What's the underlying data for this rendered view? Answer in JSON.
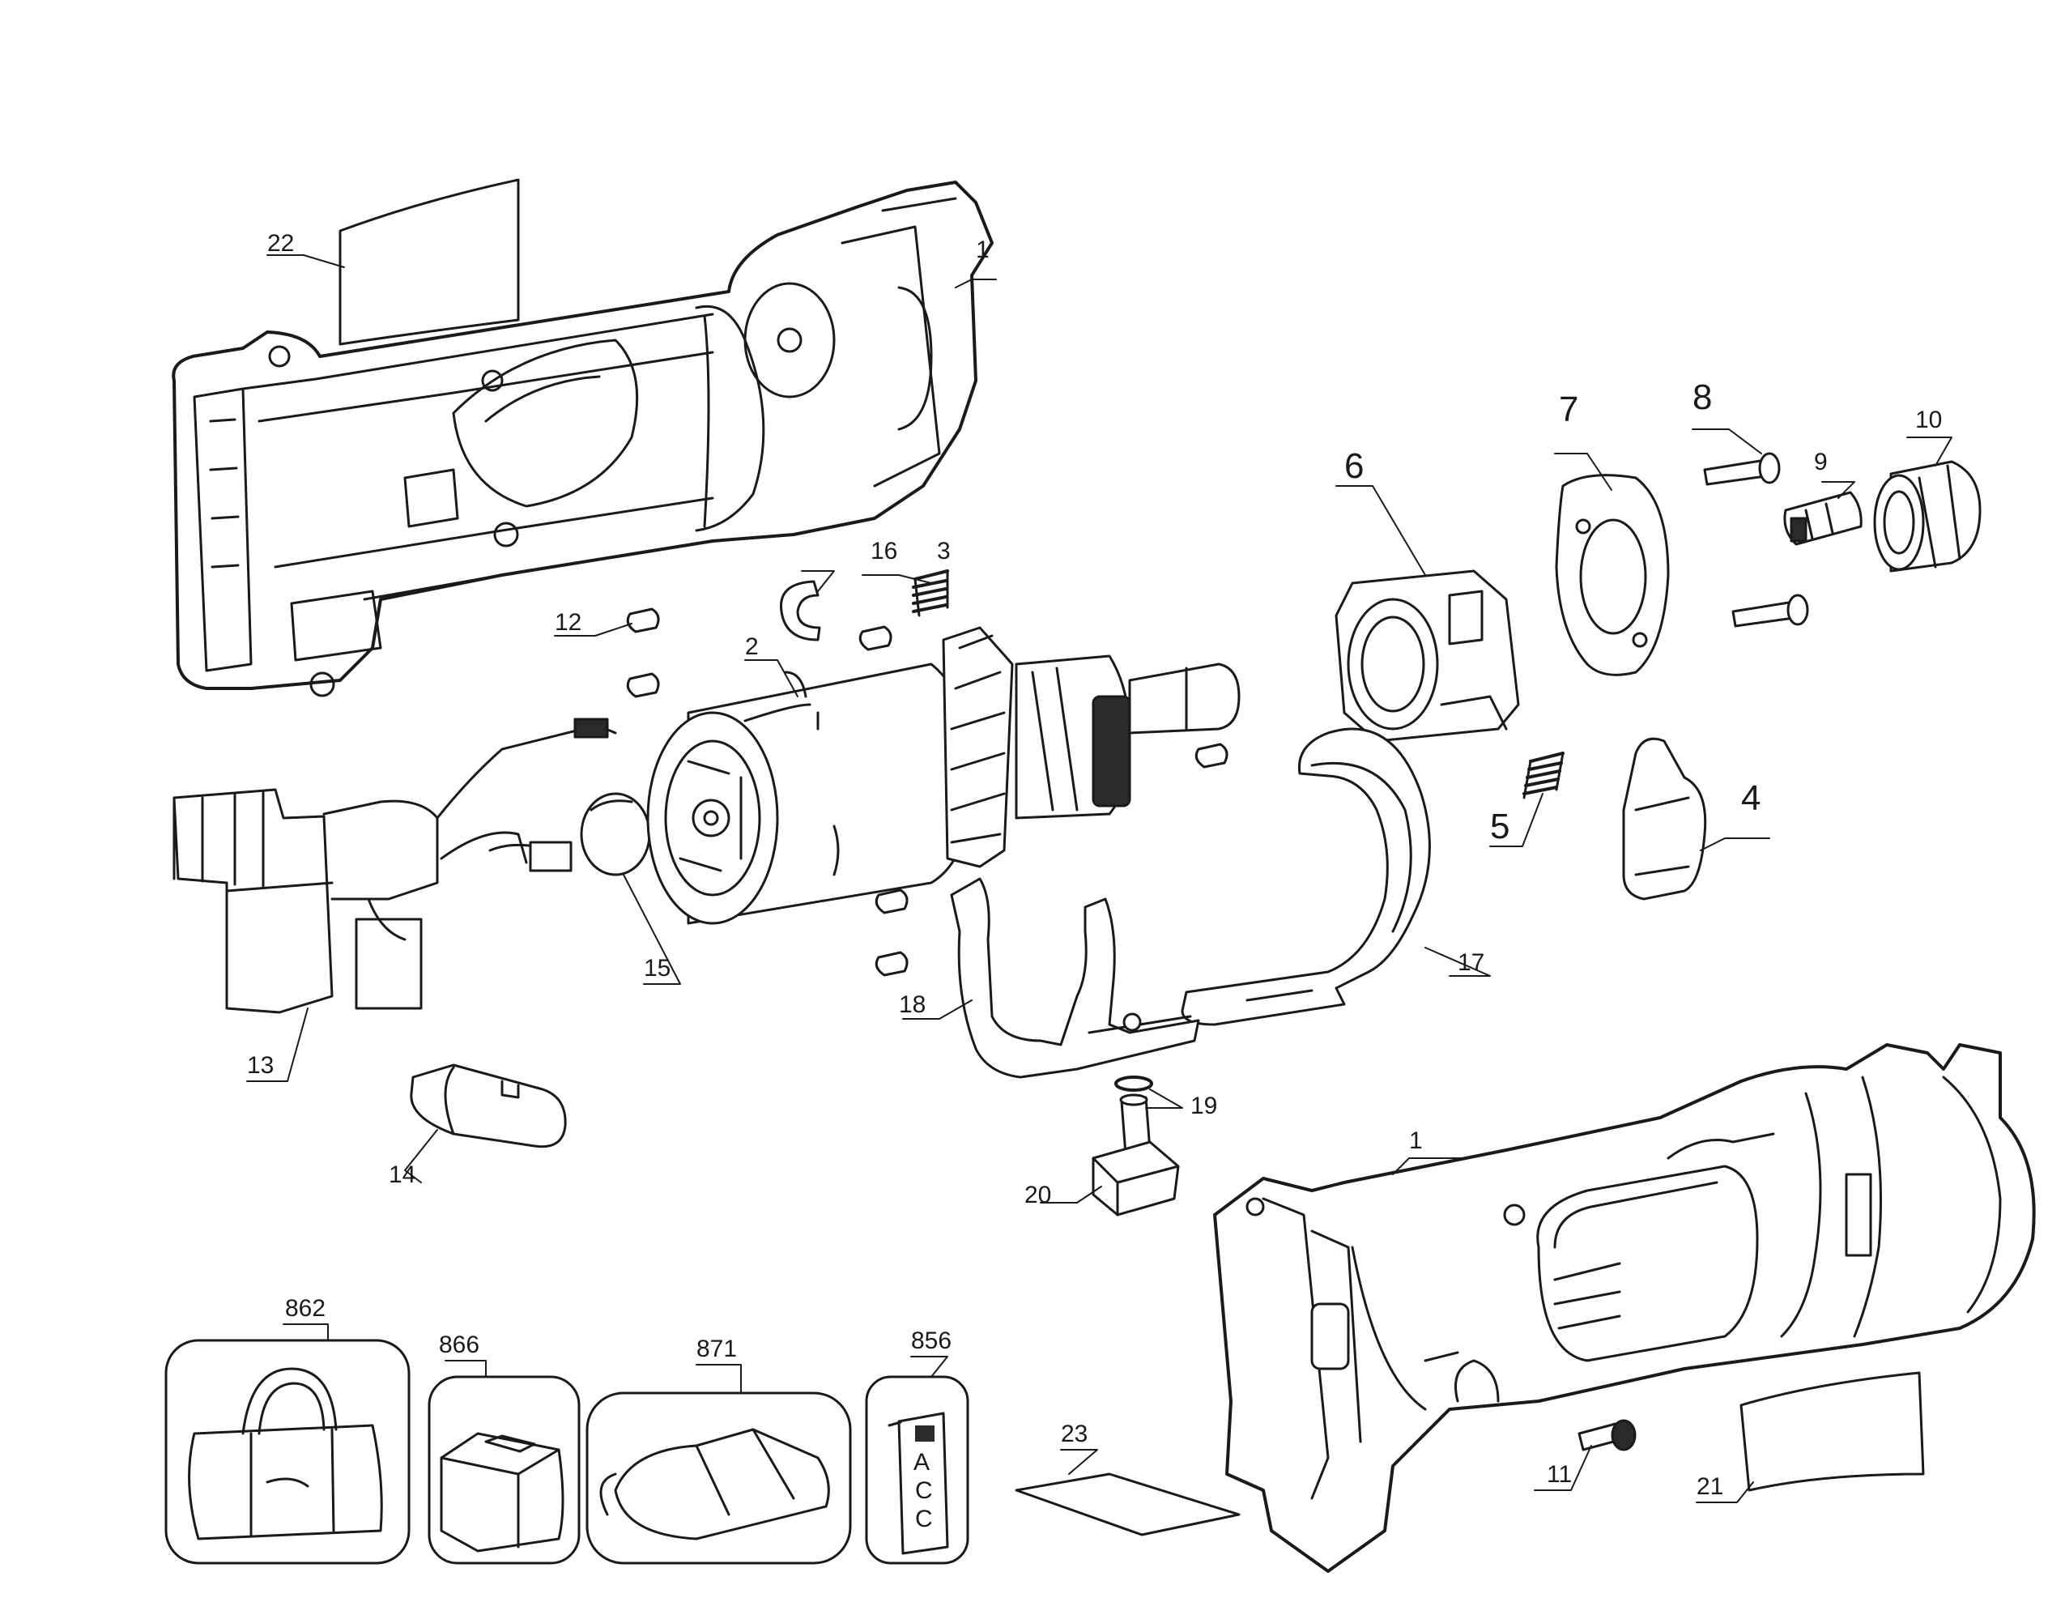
{
  "callouts": [
    {
      "id": "22",
      "text": "22"
    },
    {
      "id": "1a",
      "text": "1"
    },
    {
      "id": "16",
      "text": "16"
    },
    {
      "id": "3",
      "text": "3"
    },
    {
      "id": "12",
      "text": "12"
    },
    {
      "id": "2",
      "text": "2"
    },
    {
      "id": "6",
      "text": "6"
    },
    {
      "id": "7",
      "text": "7"
    },
    {
      "id": "8",
      "text": "8"
    },
    {
      "id": "9",
      "text": "9"
    },
    {
      "id": "10",
      "text": "10"
    },
    {
      "id": "5",
      "text": "5"
    },
    {
      "id": "4",
      "text": "4"
    },
    {
      "id": "15",
      "text": "15"
    },
    {
      "id": "17",
      "text": "17"
    },
    {
      "id": "13",
      "text": "13"
    },
    {
      "id": "18",
      "text": "18"
    },
    {
      "id": "19",
      "text": "19"
    },
    {
      "id": "14",
      "text": "14"
    },
    {
      "id": "20",
      "text": "20"
    },
    {
      "id": "1b",
      "text": "1"
    },
    {
      "id": "862",
      "text": "862"
    },
    {
      "id": "866",
      "text": "866"
    },
    {
      "id": "871",
      "text": "871"
    },
    {
      "id": "856",
      "text": "856"
    },
    {
      "id": "23",
      "text": "23"
    },
    {
      "id": "11",
      "text": "11"
    },
    {
      "id": "21",
      "text": "21"
    }
  ],
  "accessory_card": {
    "letters": [
      "A",
      "C",
      "C"
    ]
  }
}
